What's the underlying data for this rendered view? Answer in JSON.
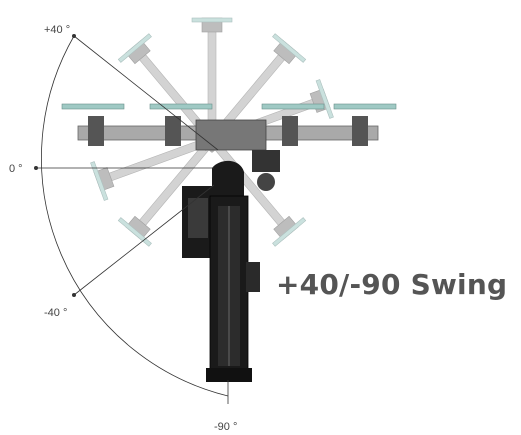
{
  "headline": "+40/-90 Swing",
  "angles": {
    "top": "+40 °",
    "zero": "0 °",
    "mid": "-40 °",
    "bottom": "-90 °"
  },
  "colors": {
    "machine_dark": "#1a1a1a",
    "machine_ghost": "#9a9a9a",
    "blade": "#9fc9c4",
    "arc": "#333333",
    "text": "#555555"
  },
  "range": {
    "max_deg": 40,
    "min_deg": -90
  }
}
